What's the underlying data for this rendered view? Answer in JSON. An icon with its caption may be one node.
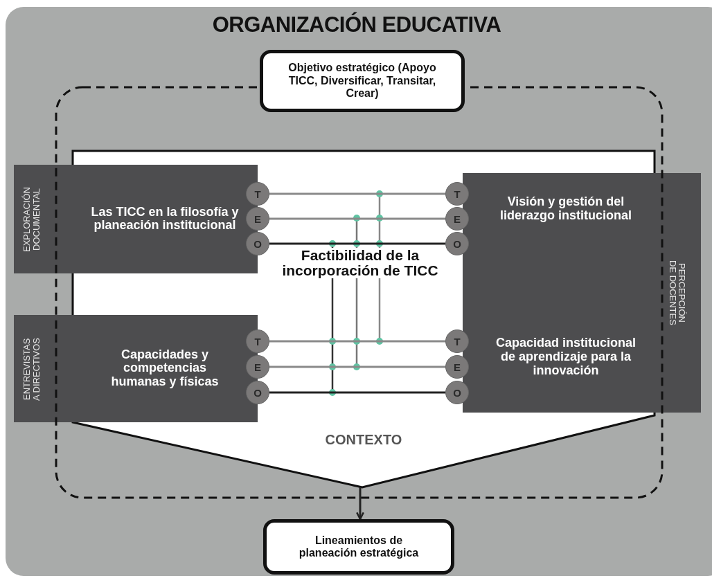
{
  "diagram": {
    "nodes": [
      {
        "text": [
          "ORGANIZACIÓN EDUCATIVA"
        ]
      },
      {
        "text": [
          "Objetivo estratégico (Apoyo TICC, Diversificar, Transitar, Crear)"
        ],
        "in": 0
      },
      {
        "text": [],
        "shape": "box",
        "in": 0
      },
      {
        "text": [
          "Factibilidad de la incorporación de TICC",
          "CONTEXTO"
        ],
        "in": 2
      },
      {
        "text": [
          "EXPLORACIÓN DOCUMENTAL",
          "Las TICC en la filosofía y planeación institucional"
        ],
        "in": 0
      },
      {
        "text": [
          "T"
        ],
        "in": 3
      },
      {
        "text": [
          "E"
        ],
        "in": 3
      },
      {
        "text": [
          "O"
        ],
        "in": 3
      },
      {
        "text": [
          "Visión y gestión del liderazgo institucional",
          "Capacidad institucional de aprendizaje para la innovación",
          "PERCEPCIÓN DE DOCENTES"
        ],
        "in": 0
      },
      {
        "text": [
          "T"
        ],
        "in": 3
      },
      {
        "text": [
          "E"
        ],
        "in": 3
      },
      {
        "text": [
          "O"
        ],
        "in": 3
      },
      {
        "text": [
          "ENTREVISTAS A DIRECTIVOS",
          "Capacidades y competencias humanas y físicas"
        ],
        "in": 0
      },
      {
        "text": [
          "T"
        ],
        "in": 3
      },
      {
        "text": [
          "E"
        ],
        "in": 3
      },
      {
        "text": [
          "O"
        ],
        "in": 3
      },
      {
        "text": [
          "T"
        ],
        "in": 3
      },
      {
        "text": [
          "E"
        ],
        "in": 3
      },
      {
        "text": [
          "O"
        ],
        "in": 3
      },
      {
        "text": [
          "Lineamientos de planeación estratégica"
        ],
        "in": 0
      }
    ],
    "edges": [
      {
        "from": 5,
        "to": 9,
        "arrow": "none"
      },
      {
        "from": 6,
        "to": 10,
        "arrow": "none"
      },
      {
        "from": 7,
        "to": 11,
        "arrow": "none",
        "color": "#222222"
      },
      {
        "from": 13,
        "to": 16,
        "arrow": "none"
      },
      {
        "from": 14,
        "to": 17,
        "arrow": "none"
      },
      {
        "from": 15,
        "to": 18,
        "arrow": "none",
        "color": "#222222"
      },
      {
        "from": 3,
        "to": 19,
        "arrow": "to",
        "color": "#222222"
      }
    ]
  }
}
